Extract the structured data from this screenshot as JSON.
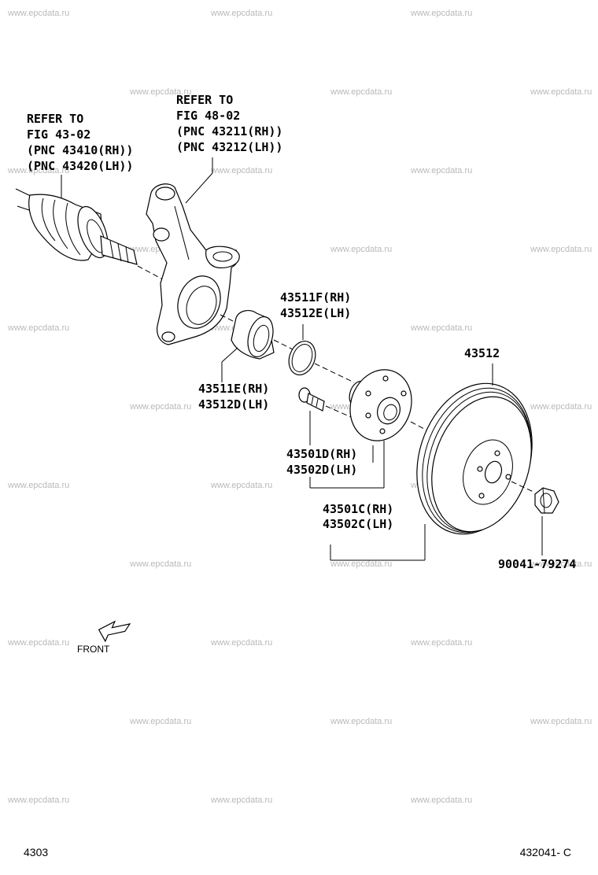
{
  "watermark": "www.epcdata.ru",
  "labels": {
    "driveshaft_ref": [
      "REFER TO",
      "FIG 43-02",
      "(PNC 43410(RH))",
      "(PNC 43420(LH))"
    ],
    "knuckle_ref": [
      "REFER TO",
      "FIG 48-02",
      "(PNC 43211(RH))",
      "(PNC 43212(LH))"
    ],
    "snap_ring": [
      "43511F(RH)",
      "43512E(LH)"
    ],
    "bearing": [
      "43511E(RH)",
      "43512D(LH)"
    ],
    "disc": "43512",
    "hub_bolt": [
      "43501D(RH)",
      "43502D(LH)"
    ],
    "hub": [
      "43501C(RH)",
      "43502C(LH)"
    ],
    "nut": "90041-79274"
  },
  "front_label": "FRONT",
  "footer": {
    "page_left": "4303",
    "page_right": "432041- C"
  }
}
